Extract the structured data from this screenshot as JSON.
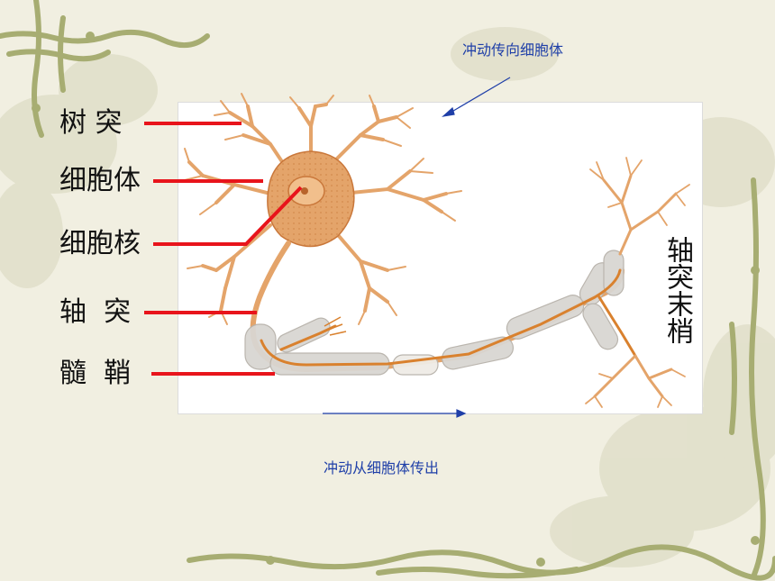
{
  "labels": {
    "dendrite": "树 突",
    "cell_body": "细胞体",
    "nucleus": "细胞核",
    "axon": "轴  突",
    "myelin_sheath": "髓  鞘",
    "axon_terminal": "轴突末梢"
  },
  "captions": {
    "impulse_in": "冲动传向细胞体",
    "impulse_out": "冲动从细胞体传出"
  },
  "colors": {
    "label_line": "#e8141b",
    "caption_text": "#1f3fa8",
    "arrow": "#1f3fa8",
    "neuron": "#e4a46a",
    "neuron_outline": "#c9773a",
    "myelin": "#d9d6d2",
    "axon_core": "#d9812e",
    "background": "#f1efe1",
    "vine": "#a7ad72"
  }
}
